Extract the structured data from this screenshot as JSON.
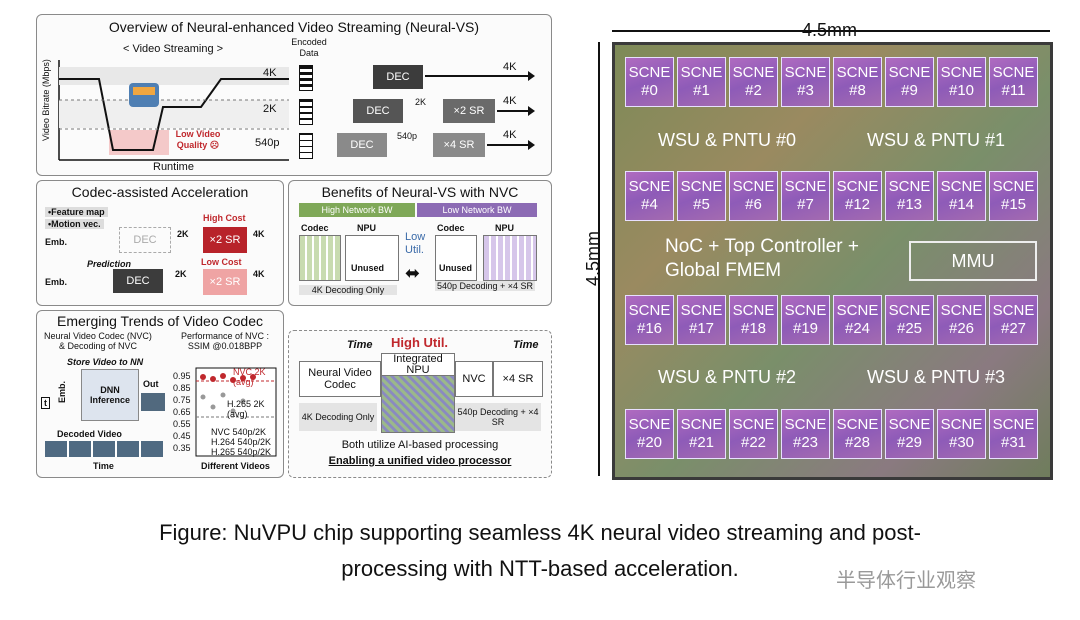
{
  "overview": {
    "title": "Overview of Neural-enhanced Video Streaming (Neural-VS)",
    "subtitle": "< Video Streaming >",
    "encoded": "Encoded Data",
    "ylabel": "Video Bitrate (Mbps)",
    "xlabel": "Runtime",
    "low_quality": "Low Video Quality ☹",
    "rows": [
      {
        "res": "4K",
        "dec": "DEC",
        "mid": "",
        "sr": "",
        "out": "4K"
      },
      {
        "res": "2K",
        "dec": "DEC",
        "mid": "2K",
        "sr": "×2 SR",
        "out": "4K"
      },
      {
        "res": "540p",
        "dec": "DEC",
        "mid": "540p",
        "sr": "×4 SR",
        "out": "4K"
      }
    ]
  },
  "codec": {
    "title": "Codec-assisted Acceleration",
    "features": [
      "•Feature map",
      "•Motion vec."
    ],
    "emb": "Emb.",
    "dec": "DEC",
    "two_k": "2K",
    "four_k": "4K",
    "high_cost": "High Cost",
    "sr": "×2 SR",
    "prediction": "Prediction",
    "low_cost": "Low Cost"
  },
  "benefits": {
    "title": "Benefits of Neural-VS with NVC",
    "high_bw": "High Network BW",
    "low_bw": "Low Network BW",
    "codec": "Codec",
    "npu": "NPU",
    "unused": "Unused",
    "low_util": "Low Util.",
    "left_caption": "4K Decoding Only",
    "right_caption": "540p Decoding + ×4 SR"
  },
  "trends": {
    "title": "Emerging Trends of Video Codec",
    "nvc_label": "Neural Video Codec (NVC) & Decoding of NVC",
    "perf_label": "Performance of NVC : SSIM @0.018BPP",
    "store": "Store Video to NN",
    "dnn": "DNN Inference",
    "out": "Out",
    "t": "t",
    "emb": "Emb.",
    "decoded": "Decoded Video",
    "time": "Time",
    "different": "Different Videos",
    "nvc_avg": "NVC 2K (avg)",
    "h265_avg": "H.265 2K (avg)",
    "legend": [
      "NVC 540p/2K",
      "H.264 540p/2K",
      "H.265 540p/2K"
    ],
    "yticks": [
      "0.95",
      "0.85",
      "0.75",
      "0.65",
      "0.55",
      "0.45",
      "0.35"
    ]
  },
  "integrated": {
    "time_left": "Time",
    "high_util": "High Util.",
    "time_right": "Time",
    "nvc": "Neural Video Codec",
    "npu": "Integrated NPU",
    "nvc_short": "NVC",
    "sr": "×4 SR",
    "left_caption": "4K Decoding Only",
    "right_caption": "540p Decoding + ×4 SR",
    "note1": "Both utilize AI-based processing",
    "note2": "Enabling a unified video processor"
  },
  "chip": {
    "width_label": "4.5mm",
    "height_label": "4.5mm",
    "wsu": [
      "WSU & PNTU #0",
      "WSU & PNTU #1",
      "WSU & PNTU #2",
      "WSU & PNTU #3"
    ],
    "noc": "NoC + Top Controller + Global FMEM",
    "mmu": "MMU",
    "scne_prefix": "SCNE",
    "rows": [
      [
        "#0",
        "#1",
        "#2",
        "#3",
        "#8",
        "#9",
        "#10",
        "#11"
      ],
      [
        "#4",
        "#5",
        "#6",
        "#7",
        "#12",
        "#13",
        "#14",
        "#15"
      ],
      [
        "#16",
        "#17",
        "#18",
        "#19",
        "#24",
        "#25",
        "#26",
        "#27"
      ],
      [
        "#20",
        "#21",
        "#22",
        "#23",
        "#28",
        "#29",
        "#30",
        "#31"
      ]
    ]
  },
  "caption": {
    "line1": "Figure: NuVPU chip supporting seamless 4K neural video streaming and post-",
    "line2": "processing with NTT-based acceleration.",
    "watermark": "半导体行业观察"
  }
}
